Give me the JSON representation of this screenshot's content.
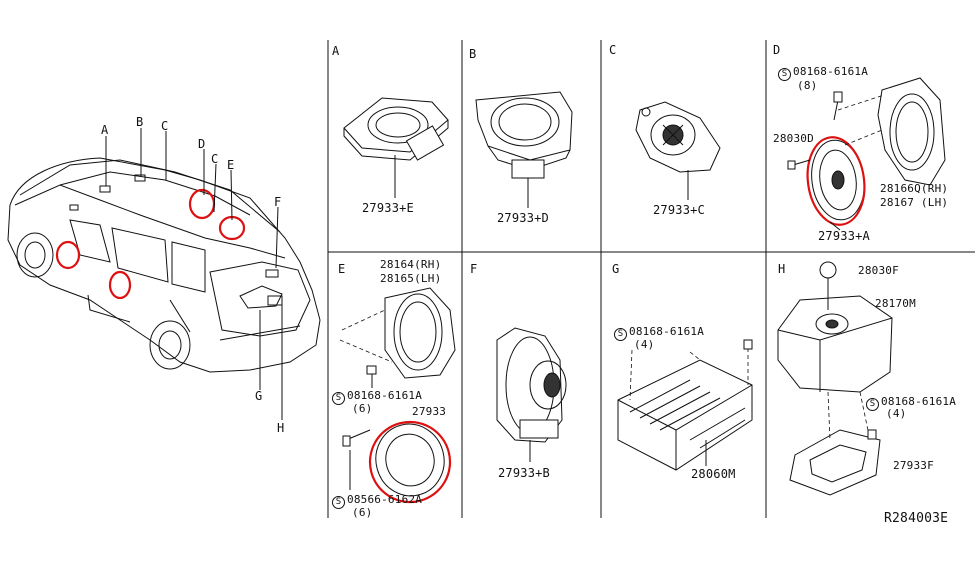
{
  "car_overview": {
    "callouts": [
      "A",
      "B",
      "C",
      "D",
      "C",
      "E",
      "F",
      "G",
      "H"
    ]
  },
  "cells": {
    "A": {
      "letter": "A",
      "part": "27933+E"
    },
    "B": {
      "letter": "B",
      "part": "27933+D"
    },
    "C": {
      "letter": "C",
      "part": "27933+C"
    },
    "D": {
      "letter": "D",
      "screw_code": "08168-6161A",
      "screw_qty": "(8)",
      "bolt": "28030D",
      "bracket_rh": "28166Q(RH)",
      "bracket_lh": "28167 (LH)",
      "speaker": "27933+A"
    },
    "E": {
      "letter": "E",
      "bracket_rh": "28164(RH)",
      "bracket_lh": "28165(LH)",
      "screw1_code": "08168-6161A",
      "screw1_qty": "(6)",
      "speaker": "27933",
      "screw2_code": "08566-6162A",
      "screw2_qty": "(6)"
    },
    "F": {
      "letter": "F",
      "part": "27933+B"
    },
    "G": {
      "letter": "G",
      "screw_code": "08168-6161A",
      "screw_qty": "(4)",
      "amp": "28060M"
    },
    "H": {
      "letter": "H",
      "knob": "28030F",
      "woofer": "28170M",
      "screw_code": "08168-6161A",
      "screw_qty": "(4)",
      "bracket": "27933F"
    }
  },
  "diagram_code": "R284003E",
  "s_symbol": "S",
  "highlight_color": "#d11111"
}
